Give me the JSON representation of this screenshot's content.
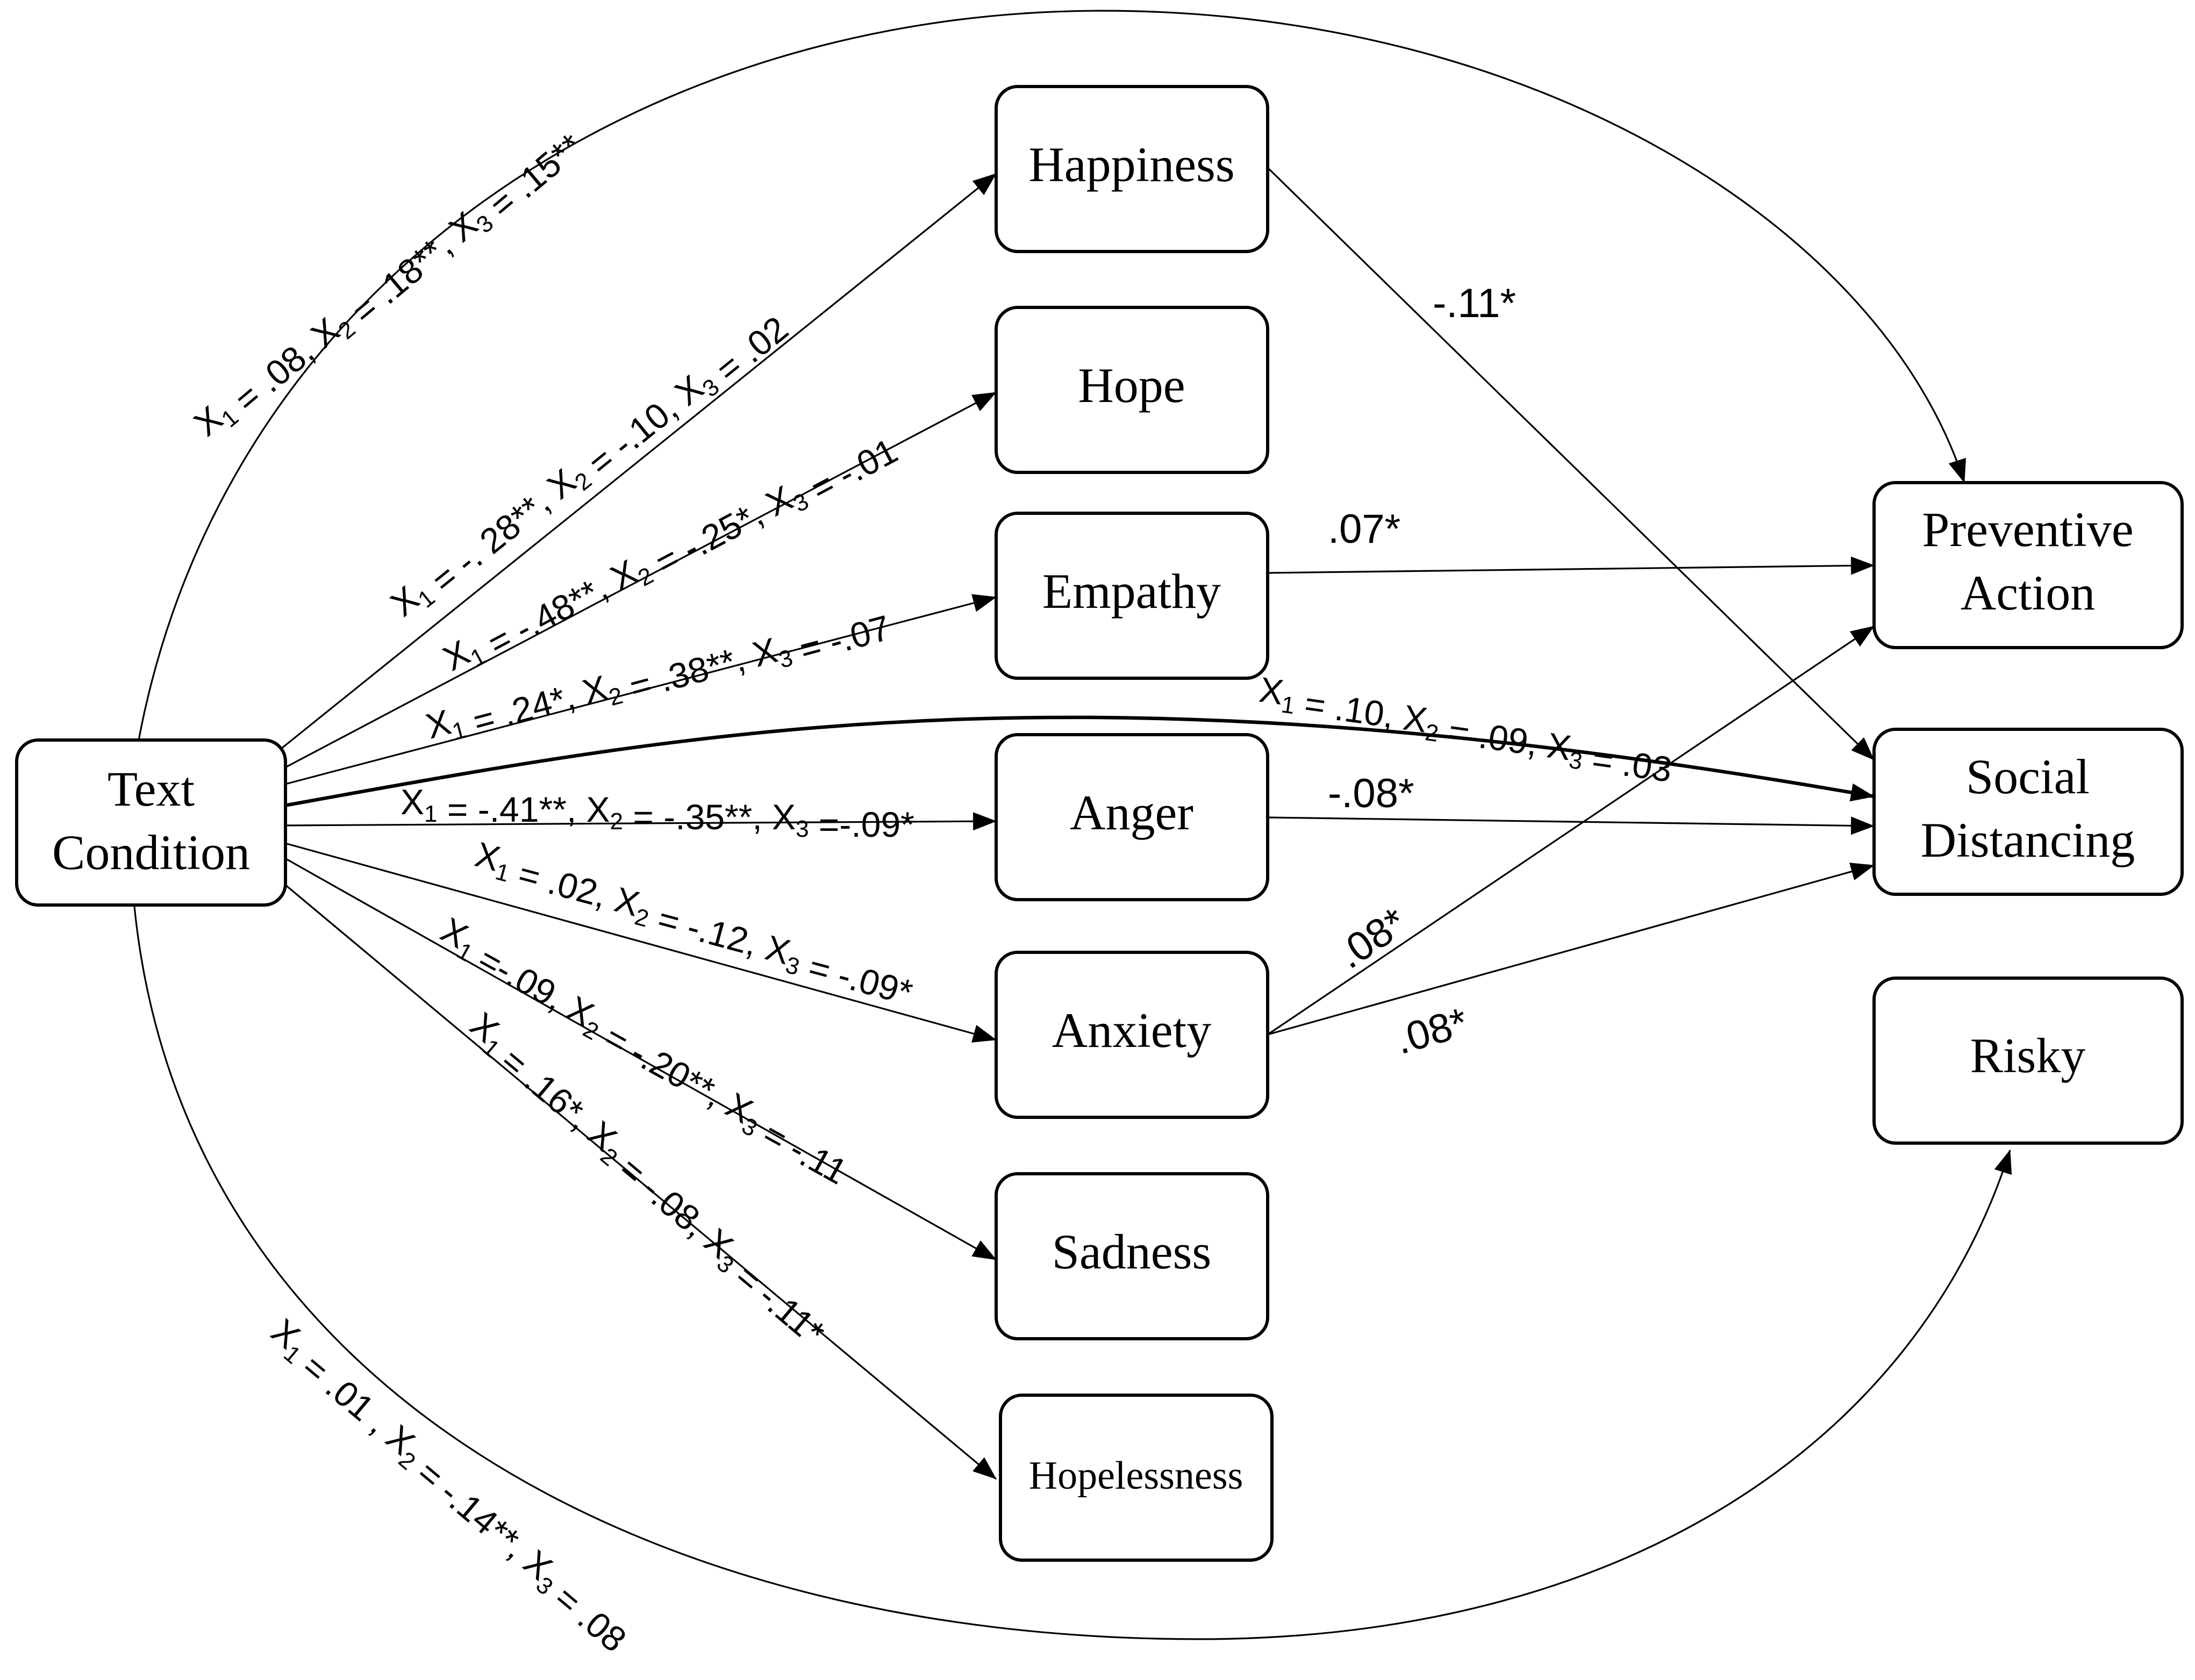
{
  "nodes": {
    "text_condition": [
      "Text",
      "Condition"
    ],
    "happiness": [
      "Happiness"
    ],
    "hope": [
      "Hope"
    ],
    "empathy": [
      "Empathy"
    ],
    "anger": [
      "Anger"
    ],
    "anxiety": [
      "Anxiety"
    ],
    "sadness": [
      "Sadness"
    ],
    "hopelessness": [
      "Hopelessness"
    ],
    "preventive_action": [
      "Preventive",
      "Action"
    ],
    "social_distancing": [
      "Social",
      "Distancing"
    ],
    "risky": [
      "Risky"
    ]
  },
  "edges": [
    {
      "from": "text_condition",
      "to": "preventive_action",
      "label": "X1 = .08, X2 = .18**, X3 = .15**"
    },
    {
      "from": "text_condition",
      "to": "happiness",
      "label": "X1 = -. 28**, X2 = -.10, X3 = .02"
    },
    {
      "from": "text_condition",
      "to": "hope",
      "label": "X1 = -.48**, X2 = -.25*, X3 = -.01"
    },
    {
      "from": "text_condition",
      "to": "empathy",
      "label": "X1 = .24*, X2 = .38**, X3 = -.07"
    },
    {
      "from": "text_condition",
      "to": "social_distancing",
      "label": "X1 = .10, X2 = .09, X3 = .03"
    },
    {
      "from": "text_condition",
      "to": "anger",
      "label": "X1 = -.41**, X2 = -.35**, X3 =-.09*"
    },
    {
      "from": "text_condition",
      "to": "anxiety",
      "label": "X1 = .02, X2 = -.12, X3 = -.09*"
    },
    {
      "from": "text_condition",
      "to": "sadness",
      "label": "X1 =-.09, X2 = -.20**, X3 = -.11"
    },
    {
      "from": "text_condition",
      "to": "hopelessness",
      "label": "X1 = .16*, X2 = -.08, X3 = -.11*"
    },
    {
      "from": "text_condition",
      "to": "risky",
      "label": "X1 = .01 , X2 = -.14**, X3 = .08"
    },
    {
      "from": "happiness",
      "to": "social_distancing",
      "label": "-.11*"
    },
    {
      "from": "empathy",
      "to": "preventive_action",
      "label": ".07*"
    },
    {
      "from": "anger",
      "to": "social_distancing",
      "label": "-.08*"
    },
    {
      "from": "anxiety",
      "to": "preventive_action",
      "label": ".08*"
    },
    {
      "from": "anxiety",
      "to": "social_distancing",
      "label": ".08*"
    }
  ]
}
